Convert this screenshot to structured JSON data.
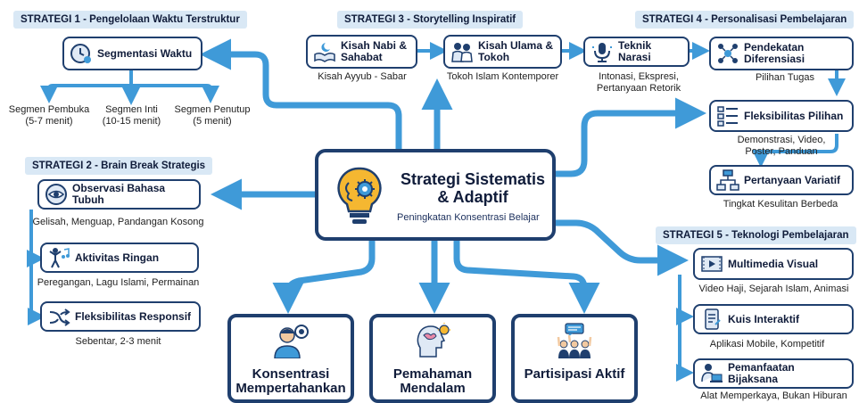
{
  "center": {
    "title": "Strategi Sistematis & Adaptif",
    "subtitle": "Peningkatan Konsentrasi Belajar",
    "icon": "lightbulb-gear-icon"
  },
  "strategi1": {
    "header": "STRATEGI 1 - Pengelolaan Waktu Terstruktur",
    "main": {
      "label": "Segmentasi Waktu",
      "icon": "clock-icon"
    },
    "segments": [
      {
        "title": "Segmen Pembuka",
        "duration": "(5-7 menit)"
      },
      {
        "title": "Segmen Inti",
        "duration": "(10-15 menit)"
      },
      {
        "title": "Segmen Penutup",
        "duration": "(5 menit)"
      }
    ]
  },
  "strategi2": {
    "header": "STRATEGI 2 - Brain Break Strategis",
    "items": [
      {
        "label": "Observasi Bahasa Tubuh",
        "sub": "Gelisah, Menguap, Pandangan Kosong",
        "icon": "eye-icon"
      },
      {
        "label": "Aktivitas Ringan",
        "sub": "Peregangan, Lagu Islami, Permainan",
        "icon": "stretch-music-icon"
      },
      {
        "label": "Fleksibilitas Responsif",
        "sub": "Sebentar, 2-3 menit",
        "icon": "shuffle-icon"
      }
    ]
  },
  "strategi3": {
    "header": "STRATEGI 3 - Storytelling Inspiratif",
    "items": [
      {
        "label": "Kisah Nabi & Sahabat",
        "sub": "Kisah Ayyub - Sabar",
        "icon": "book-moon-icon"
      },
      {
        "label": "Kisah Ulama & Tokoh",
        "sub": "Tokoh Islam Kontemporer",
        "icon": "scholars-icon"
      },
      {
        "label": "Teknik Narasi",
        "sub": "Intonasi, Ekspresi, Pertanyaan Retorik",
        "icon": "microphone-icon"
      }
    ]
  },
  "strategi4": {
    "header": "STRATEGI 4 - Personalisasi Pembelajaran",
    "items": [
      {
        "label": "Pendekatan Diferensiasi",
        "sub": "Pilihan Tugas",
        "icon": "network-people-icon"
      },
      {
        "label": "Fleksibilitas Pilihan",
        "sub": "Demonstrasi, Video, Poster, Panduan",
        "icon": "checklist-icon"
      },
      {
        "label": "Pertanyaan Variatif",
        "sub": "Tingkat Kesulitan Berbeda",
        "icon": "hierarchy-icon"
      }
    ]
  },
  "strategi5": {
    "header": "STRATEGI 5 - Teknologi Pembelajaran",
    "items": [
      {
        "label": "Multimedia Visual",
        "sub": "Video Haji, Sejarah Islam, Animasi",
        "icon": "film-play-icon"
      },
      {
        "label": "Kuis Interaktif",
        "sub": "Aplikasi Mobile, Kompetitif",
        "icon": "phone-quiz-icon"
      },
      {
        "label": "Pemanfaatan Bijaksana",
        "sub": "Alat Memperkaya, Bukan Hiburan",
        "icon": "person-laptop-icon"
      }
    ]
  },
  "outcomes": [
    {
      "label": "Konsentrasi Mempertahankan",
      "icon": "person-target-icon"
    },
    {
      "label": "Pemahaman Mendalam",
      "icon": "head-lightbulb-icon"
    },
    {
      "label": "Partisipasi Aktif",
      "icon": "raised-hands-icon"
    }
  ],
  "colors": {
    "navy": "#1f3f6e",
    "arrow": "#3f9ad8",
    "header_bg": "#d9e8f5"
  }
}
